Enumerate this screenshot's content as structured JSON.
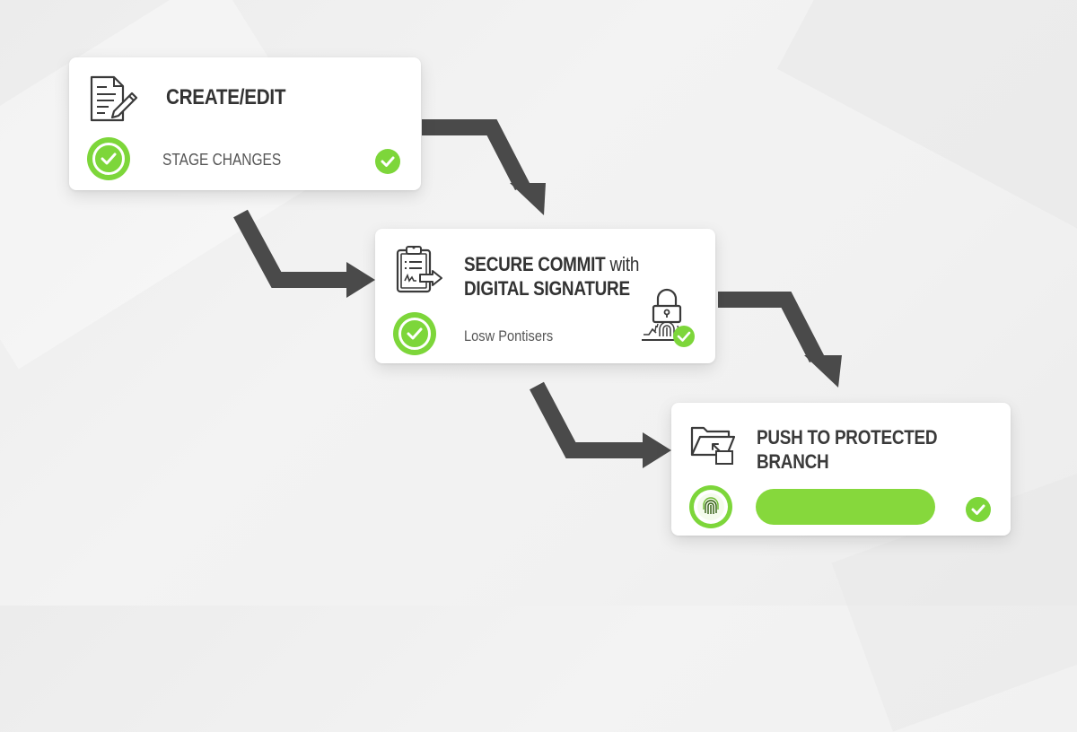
{
  "diagram": {
    "type": "workflow",
    "colors": {
      "accent_green": "#7dd63a",
      "arrow": "#4a4a4a",
      "card": "#ffffff",
      "text": "#333333",
      "background": "#f1f1f1"
    },
    "steps": [
      {
        "id": "create-edit",
        "icon": "document-edit-icon",
        "title": "CREATE/EDIT",
        "status_icon": "check-circle-icon",
        "subtitle": "STAGE CHANGES",
        "complete_icon": "check-icon"
      },
      {
        "id": "secure-commit",
        "icon": "clipboard-signature-icon",
        "title_bold_1": "SECURE COMMIT",
        "title_light": "with",
        "title_bold_2": "DIGITAL SIGNATURE",
        "status_icon": "check-circle-icon",
        "subtitle": "Losw Pontisers",
        "complete_icon": "lock-fingerprint-check-icon"
      },
      {
        "id": "push-protected",
        "icon": "folder-upload-icon",
        "title_line1": "PUSH TO PROTECTED",
        "title_line2": "BRANCH",
        "status_icon": "fingerprint-circle-icon",
        "progress_percent": 100,
        "complete_icon": "check-icon"
      }
    ],
    "connections": [
      {
        "from": "create-edit",
        "to": "secure-commit",
        "style": "elbow-arrow"
      },
      {
        "from": "create-edit",
        "to": "secure-commit",
        "style": "diagonal-arrow"
      },
      {
        "from": "secure-commit",
        "to": "push-protected",
        "style": "elbow-arrow"
      },
      {
        "from": "secure-commit",
        "to": "push-protected",
        "style": "diagonal-arrow"
      }
    ]
  }
}
